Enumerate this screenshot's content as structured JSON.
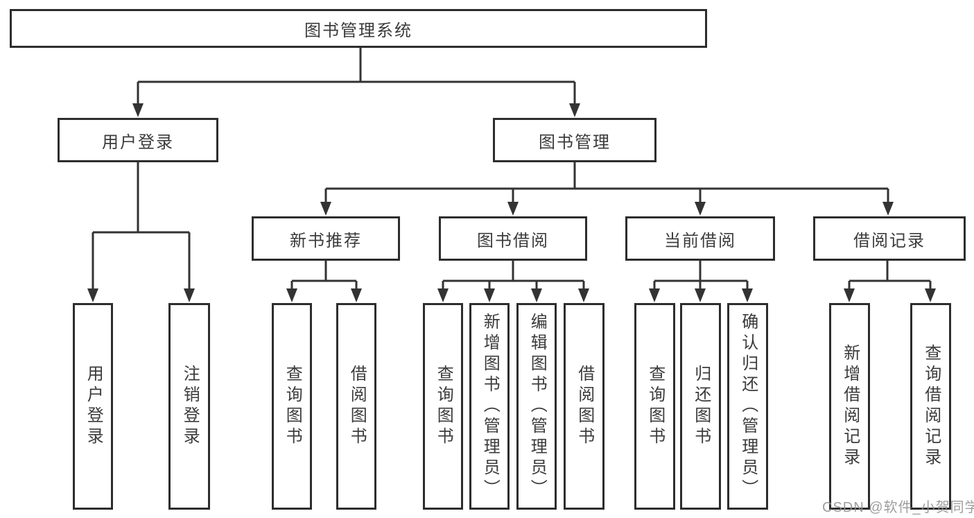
{
  "title": "图书管理系统",
  "tree": {
    "root": {
      "label": "图书管理系统"
    },
    "level2": [
      {
        "label": "用户登录",
        "parent": "图书管理系统"
      },
      {
        "label": "图书管理",
        "parent": "图书管理系统"
      }
    ],
    "level3": [
      {
        "label": "新书推荐",
        "parent": "图书管理"
      },
      {
        "label": "图书借阅",
        "parent": "图书管理"
      },
      {
        "label": "当前借阅",
        "parent": "图书管理"
      },
      {
        "label": "借阅记录",
        "parent": "图书管理"
      }
    ],
    "leaves": [
      {
        "label": "用户登录",
        "parent": "用户登录"
      },
      {
        "label": "注销登录",
        "parent": "用户登录"
      },
      {
        "label": "查询图书",
        "parent": "新书推荐"
      },
      {
        "label": "借阅图书",
        "parent": "新书推荐"
      },
      {
        "label": "查询图书",
        "parent": "图书借阅"
      },
      {
        "label": "新增图书（管理员）",
        "parent": "图书借阅"
      },
      {
        "label": "编辑图书（管理员）",
        "parent": "图书借阅"
      },
      {
        "label": "借阅图书",
        "parent": "图书借阅"
      },
      {
        "label": "查询图书",
        "parent": "当前借阅"
      },
      {
        "label": "归还图书",
        "parent": "当前借阅"
      },
      {
        "label": "确认归还（管理员）",
        "parent": "当前借阅"
      },
      {
        "label": "新增借阅记录",
        "parent": "借阅记录"
      },
      {
        "label": "查询借阅记录",
        "parent": "借阅记录"
      }
    ]
  },
  "watermark": "CSDN @软件_小贺同学",
  "colors": {
    "line": "#333333",
    "border": "#2d2d2d",
    "text": "#3b3b3b",
    "watermark": "#919191"
  }
}
